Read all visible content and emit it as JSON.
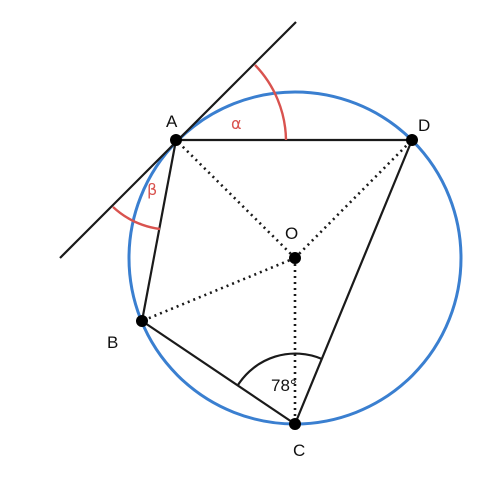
{
  "points": {
    "A": "A",
    "B": "B",
    "C": "C",
    "D": "D",
    "O": "O"
  },
  "angles": {
    "alpha": "α",
    "beta": "β",
    "c_value": "78°"
  },
  "colors": {
    "circle": "#3a7fd0",
    "angle_arc_red": "#d9534f",
    "lines": "#1a1a1a",
    "background": "#ffffff"
  }
}
